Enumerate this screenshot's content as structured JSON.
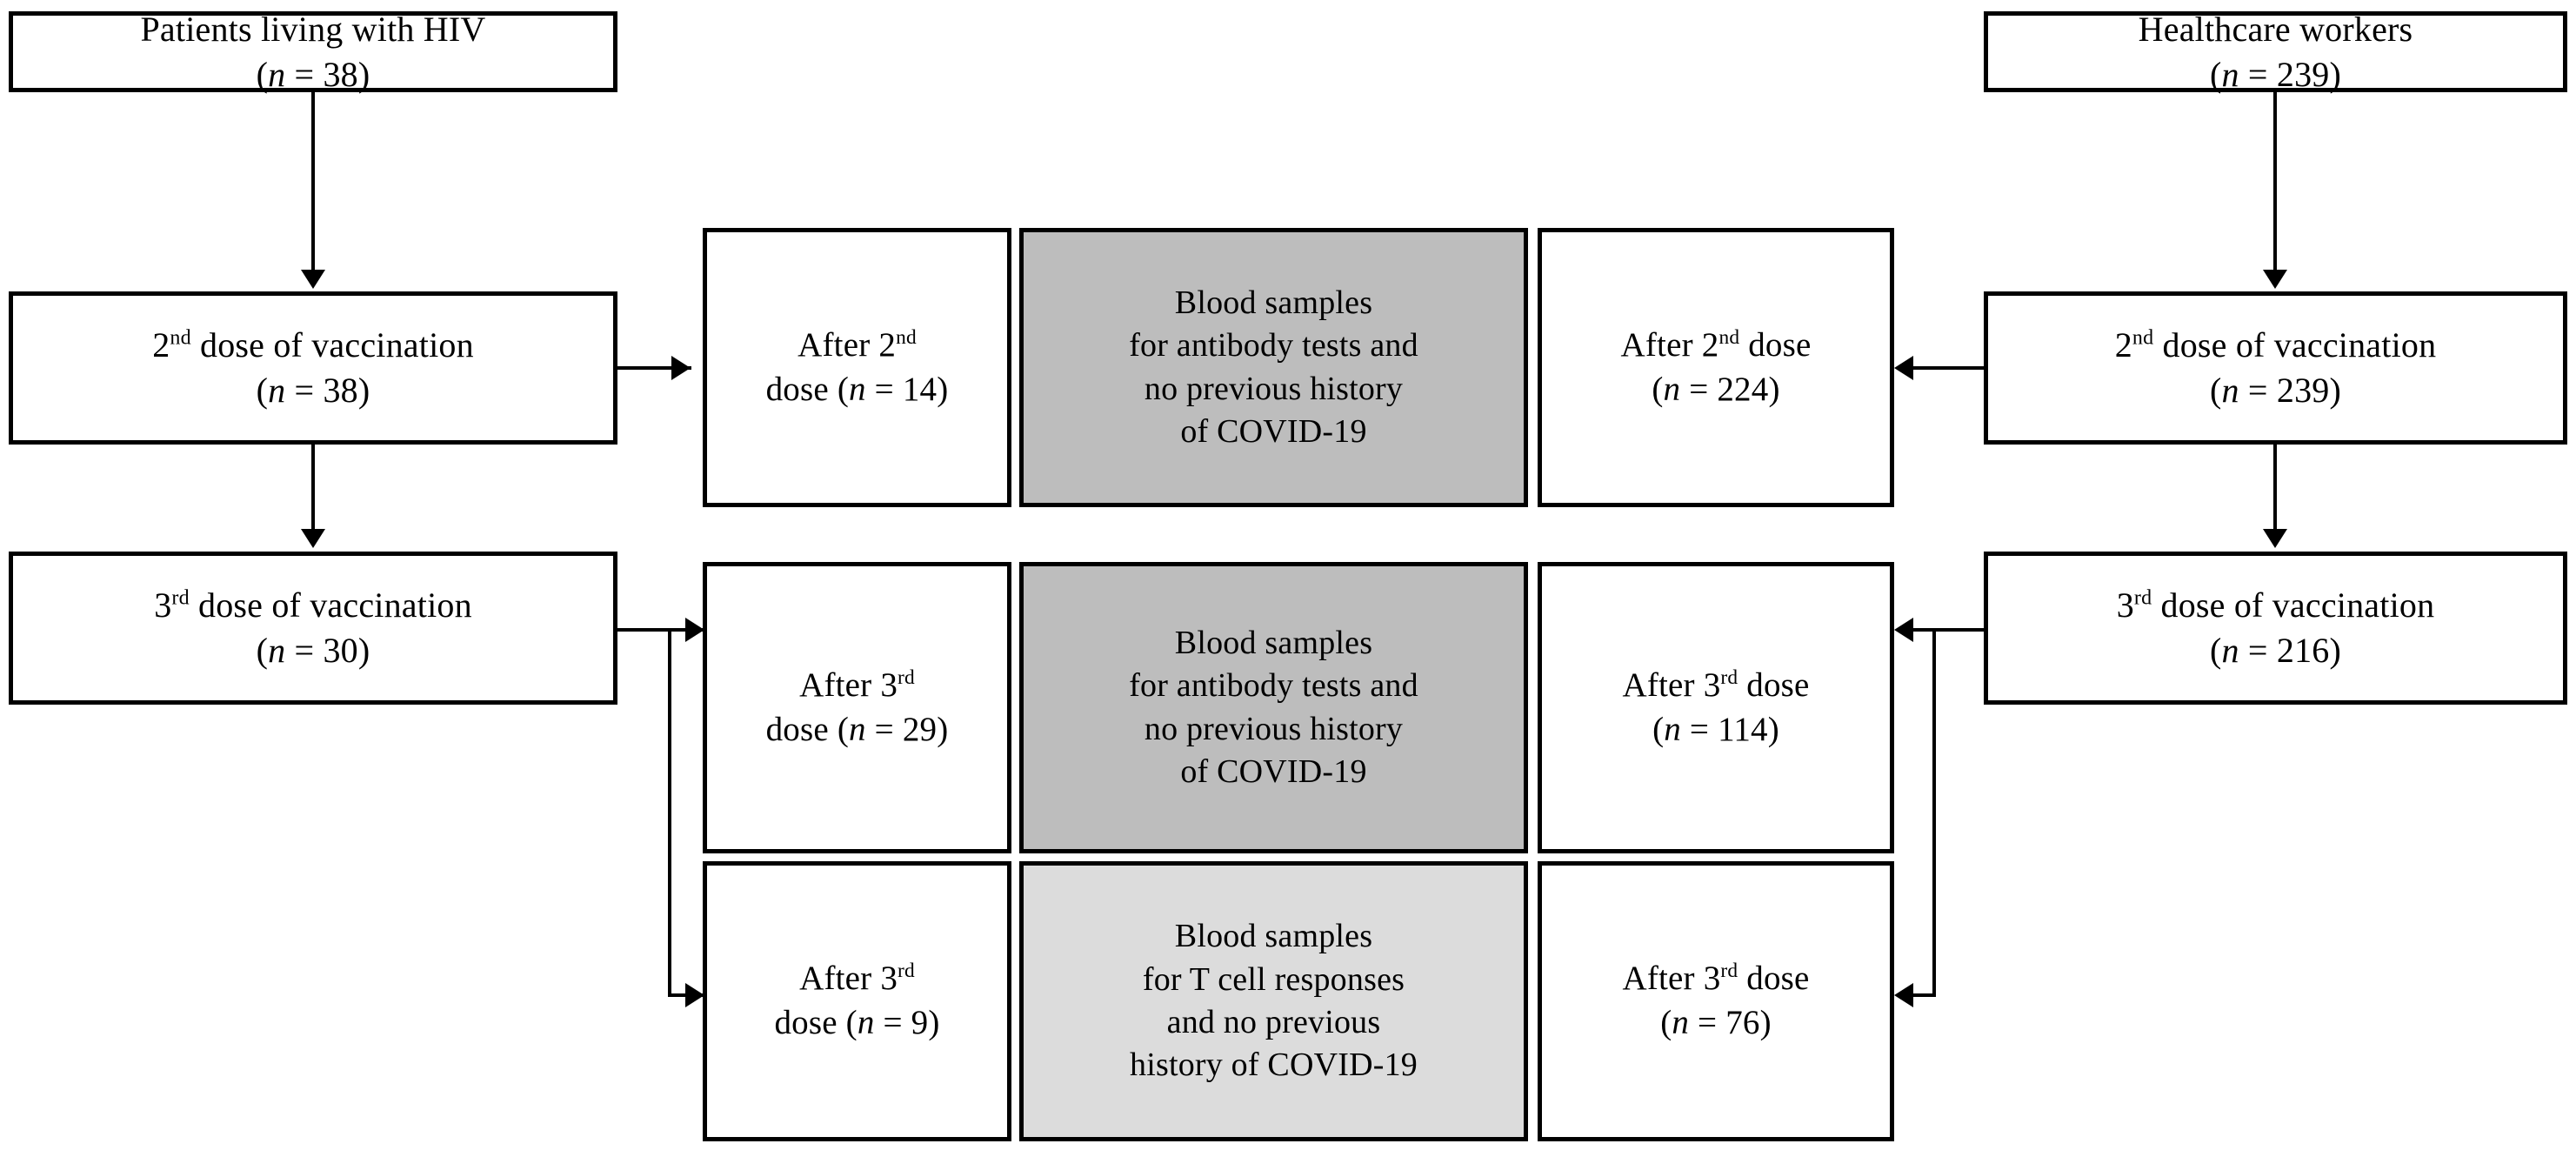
{
  "diagram": {
    "title": "Study enrollment and sampling flow",
    "type": "flowchart",
    "colors": {
      "box_border": "#000000",
      "box_fill": "#ffffff",
      "antibody_box_fill": "#bdbdbd",
      "tcell_box_fill": "#dcdcdc",
      "connector": "#000000"
    }
  },
  "nodes": {
    "plwh_source": {
      "line1": "Patients living  with HIV",
      "line2_prefix": "(",
      "line2_var": "n",
      "line2_value": " = 38)"
    },
    "plwh_dose2": {
      "line1_num": "2",
      "line1_sup": "nd",
      "line1_rest": " dose of vaccination",
      "line2_prefix": "(",
      "line2_var": "n",
      "line2_value": " = 38)"
    },
    "plwh_dose3": {
      "line1_num": "3",
      "line1_sup": "rd",
      "line1_rest": " dose of vaccination",
      "line2_prefix": "(",
      "line2_var": "n",
      "line2_value": " = 30)"
    },
    "hcw_source": {
      "line1": "Healthcare workers",
      "line2_prefix": "(",
      "line2_var": "n",
      "line2_value": " = 239)"
    },
    "hcw_dose2": {
      "line1_num": "2",
      "line1_sup": "nd",
      "line1_rest": " dose of vaccination",
      "line2_prefix": "(",
      "line2_var": "n",
      "line2_value": " = 239)"
    },
    "hcw_dose3": {
      "line1_num": "3",
      "line1_sup": "rd",
      "line1_rest": " dose of vaccination",
      "line2_prefix": "(",
      "line2_var": "n",
      "line2_value": " = 216)"
    },
    "plwh_after_dose2": {
      "line1_prefix": "After ",
      "line1_num": "2",
      "line1_sup": "nd",
      "line2_prefix": "dose (",
      "line2_var": "n",
      "line2_value": " = 14)"
    },
    "plwh_after_dose3_ab": {
      "line1_prefix": "After ",
      "line1_num": "3",
      "line1_sup": "rd",
      "line2_prefix": "dose (",
      "line2_var": "n",
      "line2_value": " = 29)"
    },
    "plwh_after_dose3_tcell": {
      "line1_prefix": "After ",
      "line1_num": "3",
      "line1_sup": "rd",
      "line2_prefix": "dose (",
      "line2_var": "n",
      "line2_value": " = 9)"
    },
    "hcw_after_dose2": {
      "line1_prefix": "After ",
      "line1_num": "2",
      "line1_sup": "nd",
      "line1_rest": " dose",
      "line2_prefix": "(",
      "line2_var": "n",
      "line2_value": " = 224)"
    },
    "hcw_after_dose3_ab": {
      "line1_prefix": "After ",
      "line1_num": "3",
      "line1_sup": "rd",
      "line1_rest": " dose",
      "line2_prefix": "(",
      "line2_var": "n",
      "line2_value": " = 114)"
    },
    "hcw_after_dose3_tcell": {
      "line1_prefix": "After ",
      "line1_num": "3",
      "line1_sup": "rd",
      "line1_rest": " dose",
      "line2_prefix": "(",
      "line2_var": "n",
      "line2_value": " = 76)"
    },
    "antibody_panel_row1": {
      "line1": "Blood samples",
      "line2": "for antibody tests and",
      "line3": "no previous  history",
      "line4": "of COVID-19"
    },
    "antibody_panel_row2": {
      "line1": "Blood samples",
      "line2": "for antibody tests and",
      "line3": "no previous  history",
      "line4": "of COVID-19"
    },
    "tcell_panel": {
      "line1": "Blood samples",
      "line2": "for T cell responses",
      "line3": "and no previous",
      "line4": "history  of COVID-19"
    }
  }
}
